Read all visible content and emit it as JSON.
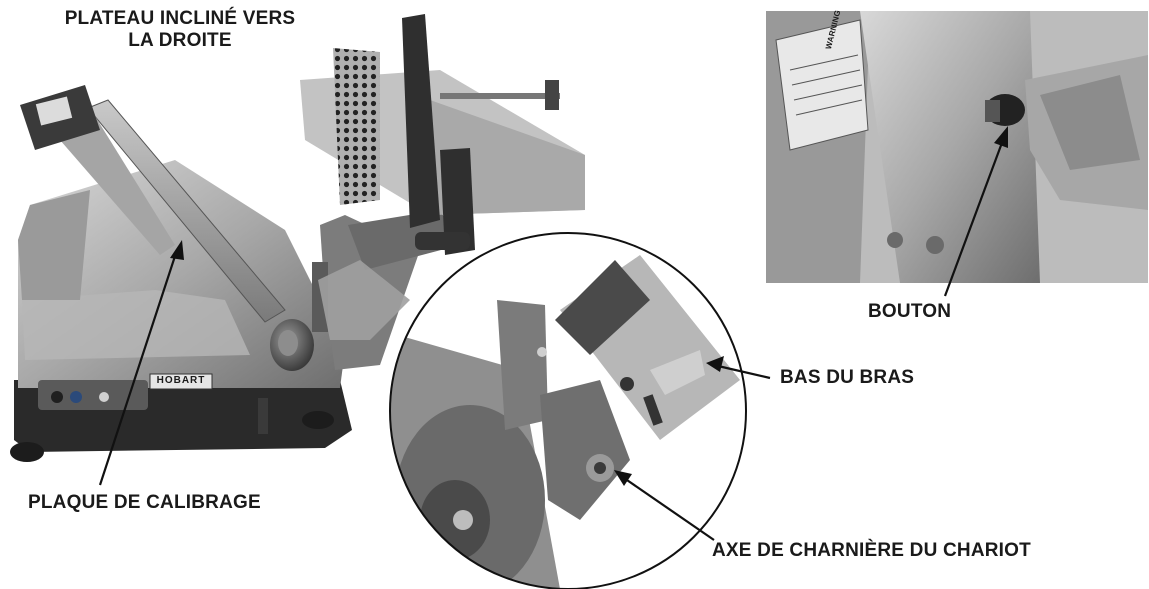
{
  "labels": {
    "plateau_line1": "PLATEAU INCLINÉ VERS",
    "plateau_line2": "LA DROITE",
    "bouton": "BOUTON",
    "bas_du_bras": "BAS DU BRAS",
    "plaque_de_calibrage": "PLAQUE DE CALIBRAGE",
    "axe_charniere": "AXE DE CHARNIÈRE DU CHARIOT"
  },
  "brand": {
    "logo": "HOBART",
    "warning": "WARNING"
  },
  "colors": {
    "text": "#1a1a1a",
    "background": "#ffffff",
    "metal_light": "#bdbdbd",
    "metal_mid": "#8a8a8a",
    "metal_dark": "#3a3a3a",
    "base_dark": "#262626"
  }
}
